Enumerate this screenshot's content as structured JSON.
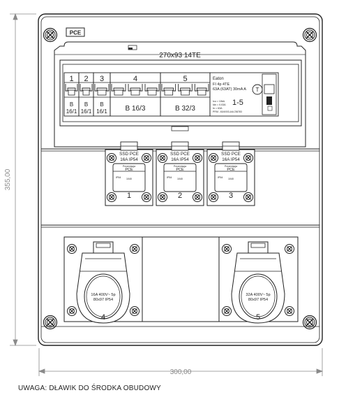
{
  "dimensions": {
    "width_label": "300,00",
    "height_label": "355,00"
  },
  "brand_label": "PCE",
  "din_rail_label": "270x93 14TE",
  "breakers": [
    {
      "number": "1",
      "rating_top": "B",
      "rating_bottom": "16/1"
    },
    {
      "number": "2",
      "rating_top": "B",
      "rating_bottom": "16/1"
    },
    {
      "number": "3",
      "rating_top": "B",
      "rating_bottom": "16/1"
    },
    {
      "number": "4",
      "rating_top": "",
      "rating_bottom": "B 16/3"
    },
    {
      "number": "5",
      "rating_top": "",
      "rating_bottom": "B 32/3"
    }
  ],
  "rcd": {
    "maker": "Eaton",
    "model": "FI 4p 4TE",
    "rating": "63A (63AT) 30mA A",
    "spec_1": "Icu = 10kA",
    "spec_2": "Idn = 0.03A",
    "spec_3": "In = 63A",
    "spec_4": "PFIM - 63/4/003-A/A 236783",
    "circuits_label": "1-5"
  },
  "small_sockets": [
    {
      "title": "SSD PCE",
      "rating": "16A IP54",
      "small_1": "Prezentacja",
      "brand": "PCE",
      "ip": "IP54",
      "code": "1040",
      "number": "1"
    },
    {
      "title": "SSD PCE",
      "rating": "16A IP54",
      "small_1": "Prezentacja",
      "brand": "PCE",
      "ip": "IP54",
      "code": "1040",
      "number": "2"
    },
    {
      "title": "SSD PCE",
      "rating": "16A IP54",
      "small_1": "Prezentacja",
      "brand": "PCE",
      "ip": "IP54",
      "code": "1040",
      "number": "3"
    }
  ],
  "large_sockets": [
    {
      "line_1": "16A 400V~ 5p",
      "line_2": "80x97 IP54",
      "number": "4"
    },
    {
      "line_1": "32A 400V~ 5p",
      "line_2": "80x97 IP54",
      "number": "5"
    }
  ],
  "note": "UWAGA: DŁAWIK DO ŚRODKA OBUDOWY",
  "colors": {
    "line": "#333333",
    "dimension": "#8a8a8a",
    "background": "#ffffff"
  }
}
